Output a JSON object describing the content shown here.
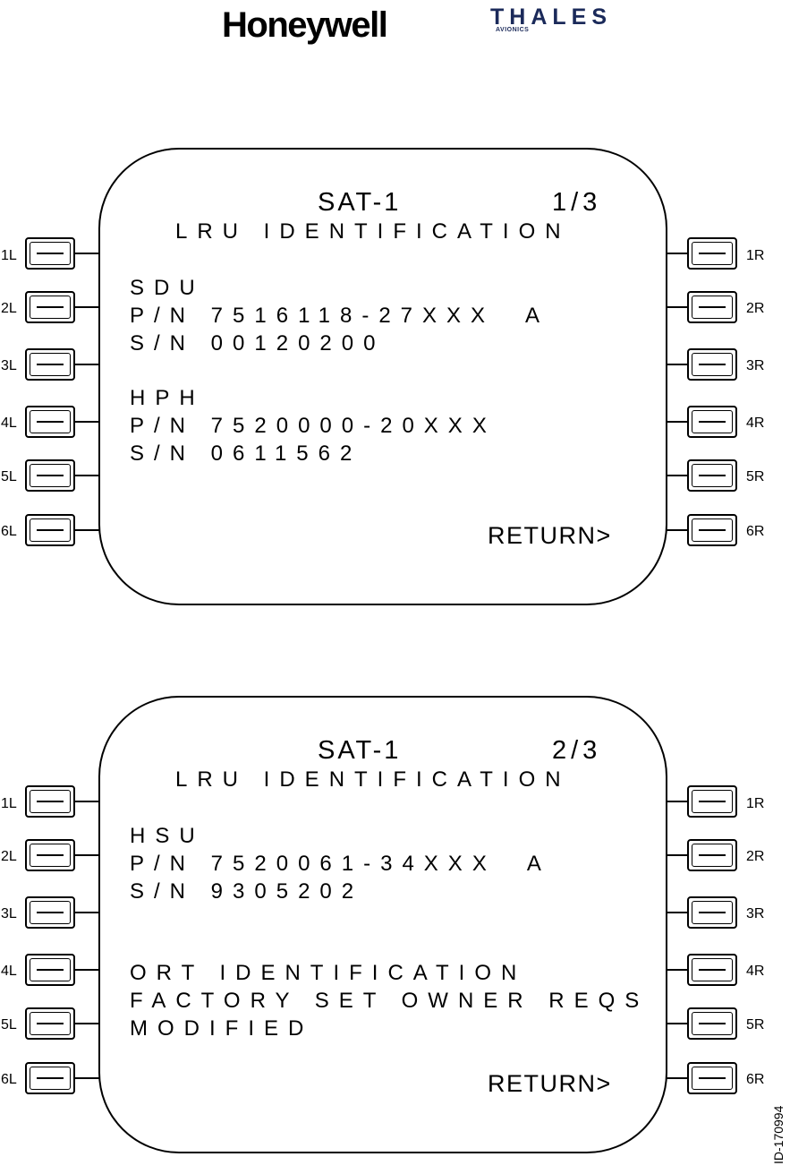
{
  "header": {
    "logo_left": "Honeywell",
    "logo_right": "THALES",
    "logo_right_sub": "AVIONICS"
  },
  "doc_id": "ID-170994",
  "key_labels": {
    "left": [
      "1L",
      "2L",
      "3L",
      "4L",
      "5L",
      "6L"
    ],
    "right": [
      "1R",
      "2R",
      "3R",
      "4R",
      "5R",
      "6R"
    ]
  },
  "pages": [
    {
      "title": "SAT-1",
      "page": "1/3",
      "subtitle": "LRU IDENTIFICATION",
      "lines": [
        "SDU",
        "P/N 7516118-27XXX  A",
        "S/N 00120200",
        "",
        "HPH",
        "P/N 7520000-20XXX",
        "S/N 0611562",
        ""
      ],
      "return_label": "RETURN>"
    },
    {
      "title": "SAT-1",
      "page": "2/3",
      "subtitle": "LRU IDENTIFICATION",
      "lines": [
        "HSU",
        "P/N 7520061-34XXX  A",
        "S/N 9305202",
        "",
        "",
        "ORT IDENTIFICATION",
        "FACTORY SET OWNER REQS",
        "MODIFIED"
      ],
      "return_label": "RETURN>"
    }
  ],
  "colors": {
    "thales_blue": "#1b2a5a",
    "line": "#000000",
    "background": "#ffffff"
  }
}
